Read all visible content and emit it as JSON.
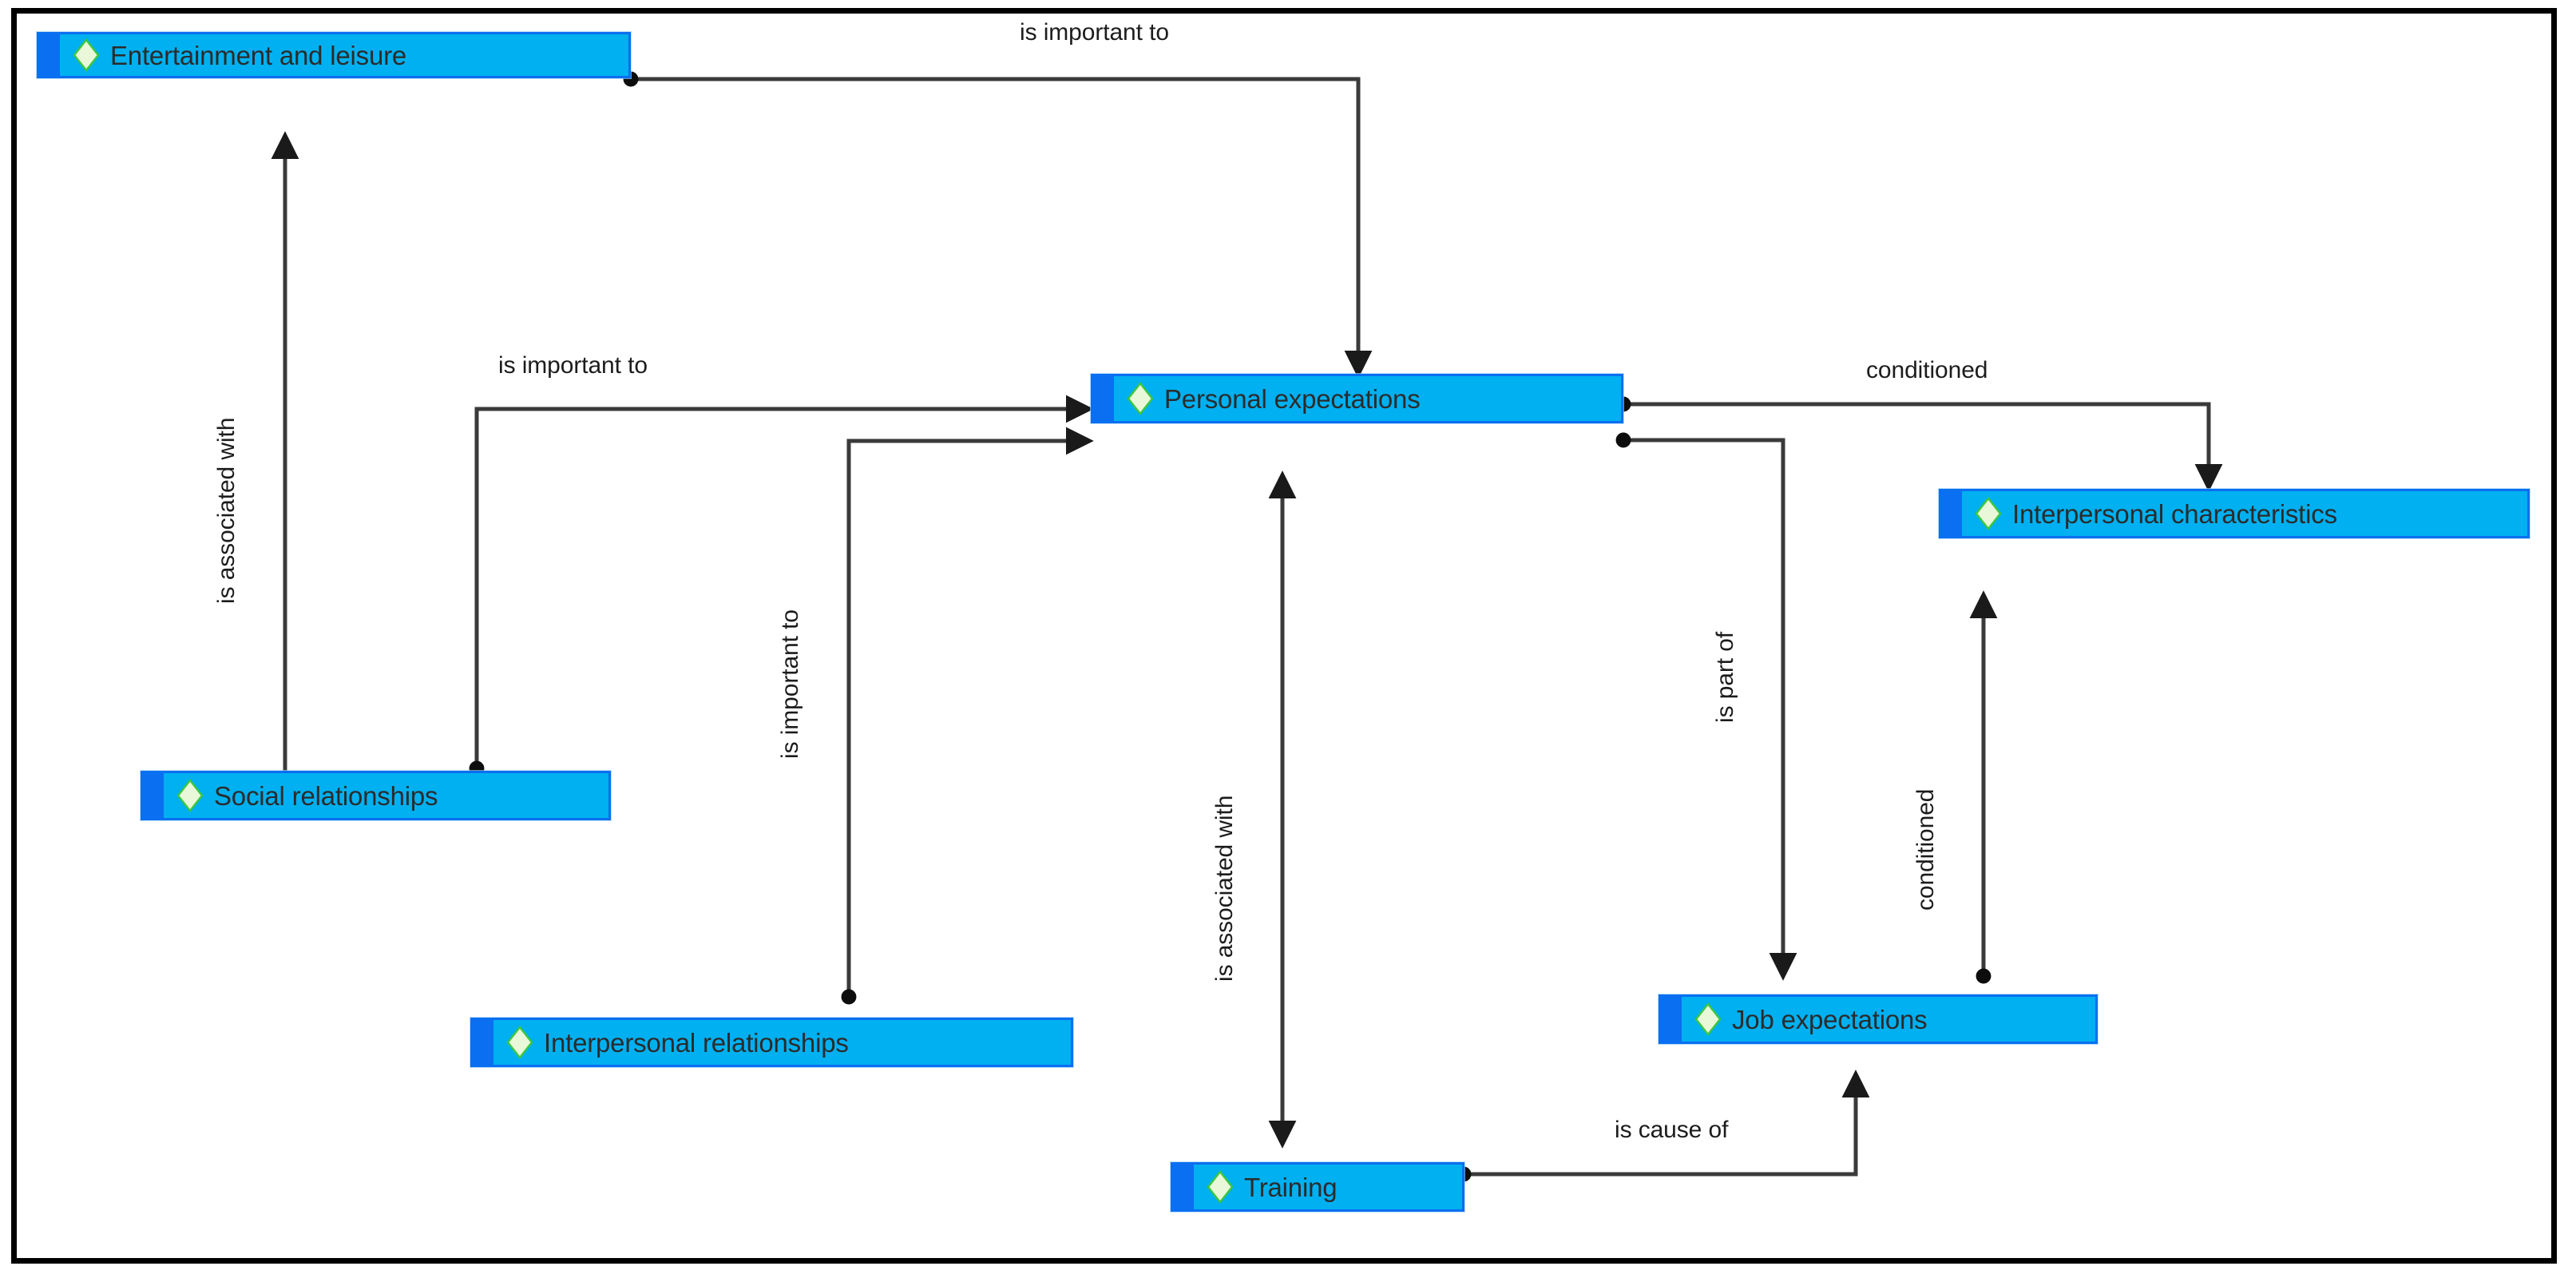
{
  "diagram": {
    "type": "concept-map",
    "title": "",
    "background_color": "#ffffff",
    "frame_color": "#000000",
    "node_fill": "#00b0f0",
    "node_accent": "#0a6ff0",
    "node_border": "#0a6ff0",
    "node_icon": "diamond-icon",
    "node_icon_fill": "#e8f8d8",
    "node_icon_stroke": "#3ec73e",
    "edge_color": "#3a3a3a",
    "label_color": "#1c1c1c"
  },
  "nodes": [
    {
      "id": "entertainment",
      "label": "Entertainment and leisure",
      "icon": "diamond-icon"
    },
    {
      "id": "personal",
      "label": "Personal expectations",
      "icon": "diamond-icon"
    },
    {
      "id": "interchar",
      "label": "Interpersonal characteristics",
      "icon": "diamond-icon"
    },
    {
      "id": "social",
      "label": "Social relationships",
      "icon": "diamond-icon"
    },
    {
      "id": "interrel",
      "label": "Interpersonal relationships",
      "icon": "diamond-icon"
    },
    {
      "id": "job",
      "label": "Job expectations",
      "icon": "diamond-icon"
    },
    {
      "id": "training",
      "label": "Training",
      "icon": "diamond-icon"
    }
  ],
  "edges": [
    {
      "id": "e1",
      "from": "entertainment",
      "to": "personal",
      "label": "is important to",
      "orientation": "horizontal"
    },
    {
      "id": "e2",
      "from": "social",
      "to": "personal",
      "label": "is important to",
      "orientation": "horizontal"
    },
    {
      "id": "e3",
      "from": "interrel",
      "to": "personal",
      "label": "is important to",
      "orientation": "vertical"
    },
    {
      "id": "e4",
      "from": "social",
      "to": "entertainment",
      "label": "is associated with",
      "orientation": "vertical"
    },
    {
      "id": "e5",
      "from": "training",
      "to": "personal",
      "label": "is associated with",
      "orientation": "vertical"
    },
    {
      "id": "e6",
      "from": "personal",
      "to": "interchar",
      "label": "conditioned",
      "orientation": "horizontal"
    },
    {
      "id": "e7",
      "from": "personal",
      "to": "job",
      "label": "is part of",
      "orientation": "vertical"
    },
    {
      "id": "e8",
      "from": "job",
      "to": "interchar",
      "label": "conditioned",
      "orientation": "vertical"
    },
    {
      "id": "e9",
      "from": "training",
      "to": "job",
      "label": "is cause of",
      "orientation": "horizontal"
    }
  ]
}
